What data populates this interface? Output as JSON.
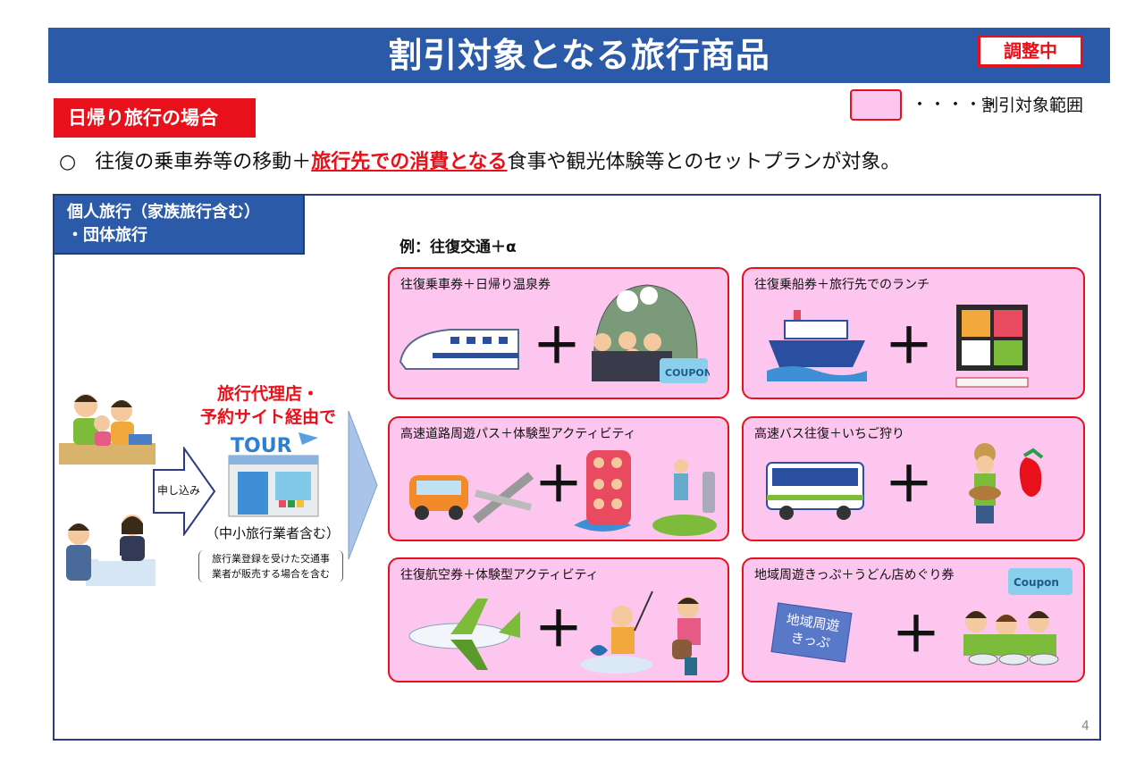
{
  "header": {
    "title": "割引対象となる旅行商品",
    "status_badge": "調整中"
  },
  "subheading": "日帰り旅行の場合",
  "legend": {
    "dots": "・・・・・",
    "label": "割引対象範囲"
  },
  "bullet": {
    "marker": "○",
    "before": "往復の乗車券等の移動＋",
    "emphasis": "旅行先での消費となる",
    "after": "食事や観光体験等とのセットプランが対象。"
  },
  "group_tab": {
    "line1": "個人旅行（家族旅行含む）",
    "line2": "・団体旅行"
  },
  "flow": {
    "apply_label": "申し込み",
    "agency_title_line1": "旅行代理店・",
    "agency_title_line2": "予約サイト経由で",
    "tour_sign": "TOUR",
    "tour_caption": "（中小旅行業者含む）",
    "note_line1": "旅行業登録を受けた交通事",
    "note_line2": "業者が販売する場合を含む"
  },
  "example_label": "例：往復交通＋α",
  "examples": [
    {
      "title": "往復乗車券＋日帰り温泉券",
      "plus": "＋",
      "coupon": "COUPON"
    },
    {
      "title": "往復乗船券＋旅行先でのランチ",
      "plus": "＋"
    },
    {
      "title": "高速道路周遊パス＋体験型アクティビティ",
      "plus": "＋"
    },
    {
      "title": "高速バス往復＋いちご狩り",
      "plus": "＋"
    },
    {
      "title": "往復航空券＋体験型アクティビティ",
      "plus": "＋"
    },
    {
      "title": "地域周遊きっぷ＋うどん店めぐり券",
      "plus": "＋",
      "ticket_line1": "地域周遊",
      "ticket_line2": "きっぷ",
      "coupon": "Coupon"
    }
  ],
  "page_number": "4",
  "colors": {
    "title_bar": "#2b5aa8",
    "accent_red": "#e8101a",
    "highlight_pink": "#fcc6ee",
    "frame_border": "#2d3a86"
  }
}
